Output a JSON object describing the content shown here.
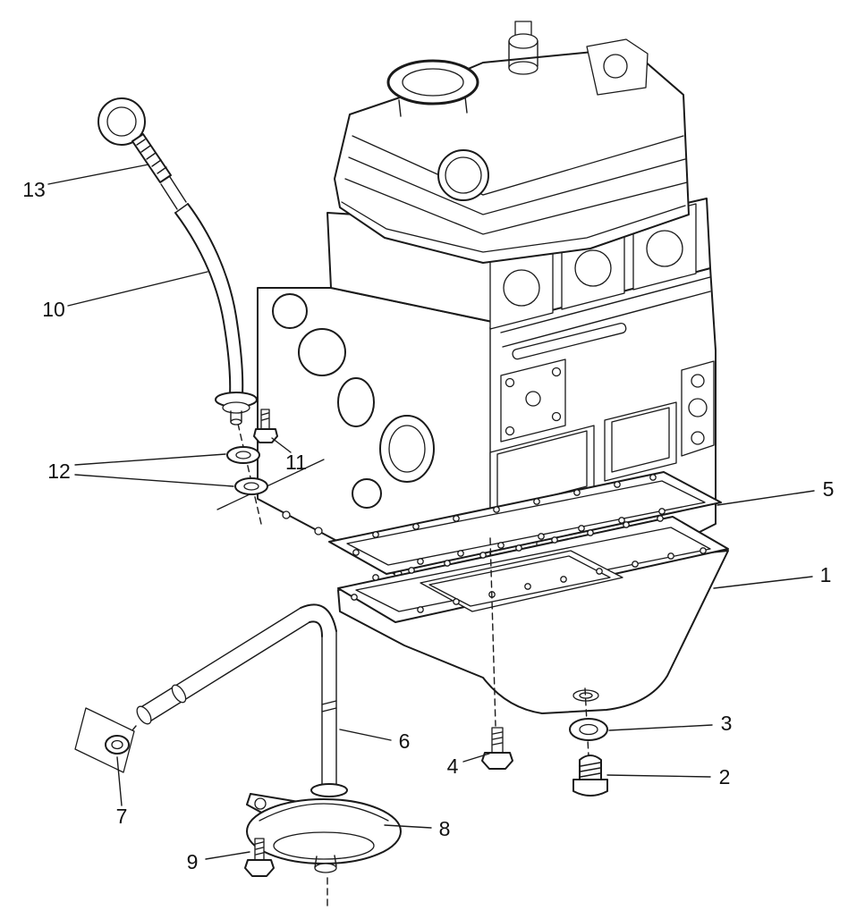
{
  "diagram": {
    "type": "exploded-parts-diagram",
    "subject": "engine-oil-pan-dipstick-and-pickup-assembly",
    "colors": {
      "ink": "#1a1a1a",
      "paper": "#ffffff"
    },
    "callouts": [
      {
        "label": "1"
      },
      {
        "label": "2"
      },
      {
        "label": "3"
      },
      {
        "label": "4"
      },
      {
        "label": "5"
      },
      {
        "label": "6"
      },
      {
        "label": "7"
      },
      {
        "label": "8"
      },
      {
        "label": "9"
      },
      {
        "label": "10"
      },
      {
        "label": "11"
      },
      {
        "label": "12"
      },
      {
        "label": "13"
      }
    ]
  }
}
